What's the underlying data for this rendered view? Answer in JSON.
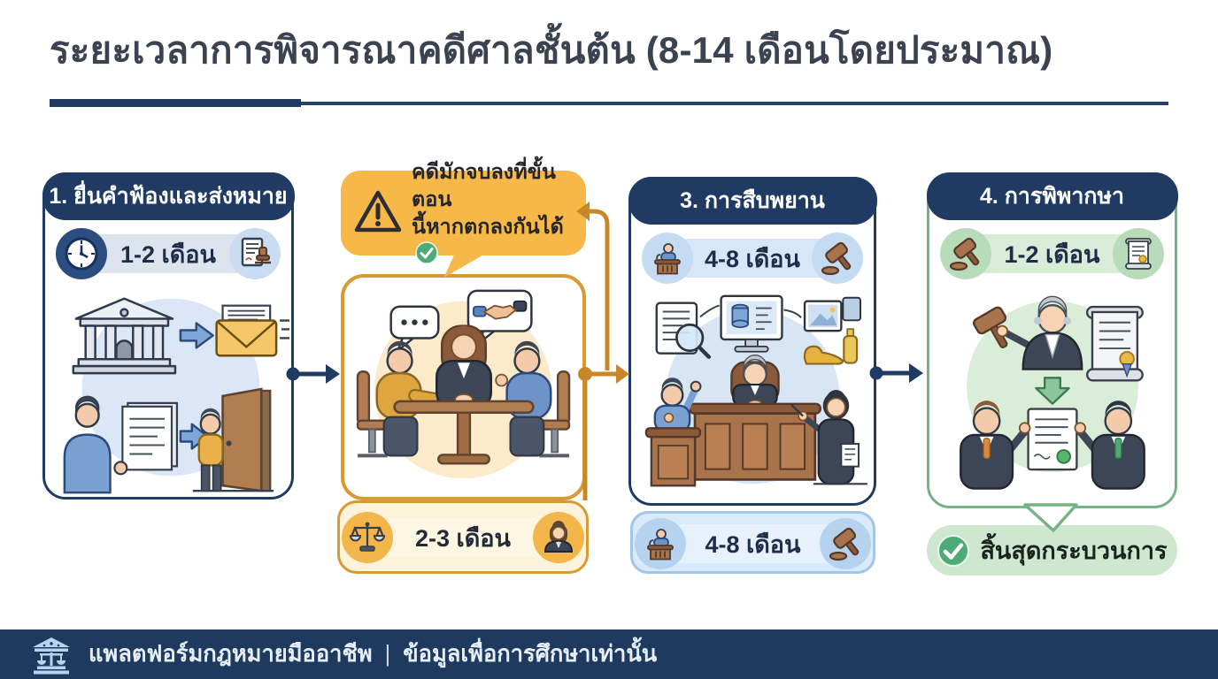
{
  "title": "ระยะเวลาการพิจารณาคดีศาลชั้นต้น (8-14 เดือนโดยประมาณ)",
  "step1": {
    "header": "1. ยื่นคำฟ้องและส่งหมาย",
    "duration": "1-2 เดือน"
  },
  "step2": {
    "callout_line1": "คดีมักจบลงที่ขั้นตอน",
    "callout_line2": "นี้หากตกลงกันได้",
    "duration": "2-3 เดือน"
  },
  "step3": {
    "header": "3. การสืบพยาน",
    "duration_top": "4-8 เดือน",
    "duration_bottom": "4-8 เดือน"
  },
  "step4": {
    "header": "4. การพิพากษา",
    "duration": "1-2 เดือน",
    "end_label": "สิ้นสุดกระบวนการ"
  },
  "footer": {
    "brand": "แพลตฟอร์มกฎหมายมืออาชีพ",
    "separator": "|",
    "note": "ข้อมูลเพื่อการศึกษาเท่านั้น"
  },
  "icons": {
    "step1_badge_left": "clock-icon",
    "step1_badge_right": "stamped-document-icon",
    "step2_callout": "warning-icon",
    "step2_callout_end": "check-icon",
    "step2_badge_left": "scales-icon",
    "step2_badge_right": "mediator-icon",
    "step3_badge_left": "witness-stand-icon",
    "step3_badge_right": "gavel-icon",
    "step4_badge_left": "gavel-icon",
    "step4_badge_right": "judgment-scroll-icon",
    "end_badge": "check-icon",
    "footer": "courthouse-scales-icon"
  },
  "colors": {
    "navy": "#1f3b63",
    "navy_header": "#1e3a5e",
    "orange_fill": "#f7b84a",
    "orange_border": "#d99a32",
    "orange_connector": "#c8882a",
    "green_border": "#76b283",
    "green_check": "#4cab77",
    "light_blue": "#d8e5f4",
    "light_green": "#d9edd9",
    "peach": "#fdeacb",
    "footer_icon_blue": "#b9d2ee"
  }
}
